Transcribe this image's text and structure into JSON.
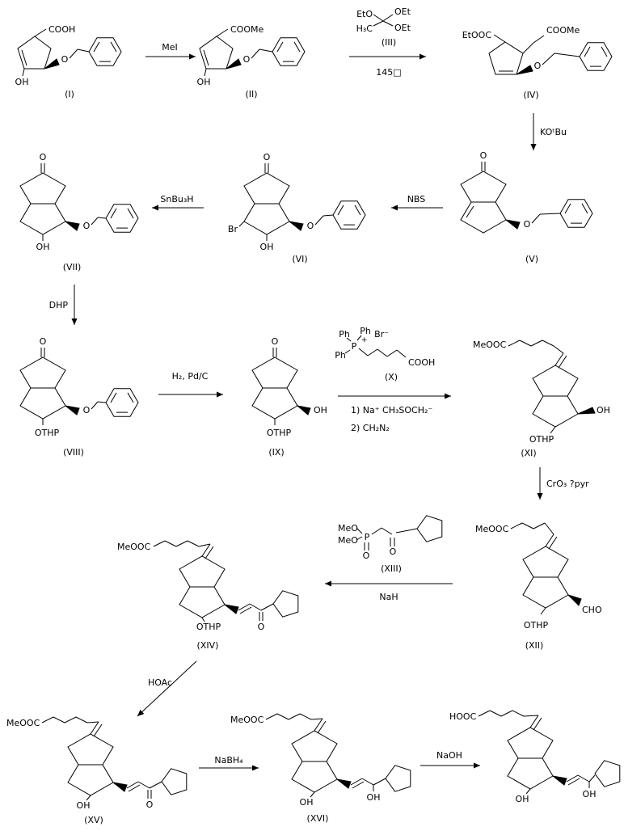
{
  "scheme": {
    "compounds": {
      "I": {
        "label": "(I)",
        "acid": "COOH",
        "hydroxyl": "OH",
        "ether_oxygen": "O"
      },
      "II": {
        "label": "(II)",
        "ester": "COOMe",
        "hydroxyl": "OH",
        "ether_oxygen": "O"
      },
      "III": {
        "label": "(III)",
        "eto": "EtO",
        "oet_top": "OEt",
        "methyl": "H₃C",
        "oet_right": "OEt"
      },
      "IV": {
        "label": "(IV)",
        "ethyl_ester": "EtOOC",
        "methyl_ester": "COOMe",
        "ether_oxygen": "O"
      },
      "V": {
        "label": "(V)",
        "ketone_oxygen": "O",
        "ether_oxygen": "O"
      },
      "VI": {
        "label": "(VI)",
        "ketone_oxygen": "O",
        "bromine": "Br",
        "hydroxyl": "OH",
        "ether_oxygen": "O"
      },
      "VII": {
        "label": "(VII)",
        "ketone_oxygen": "O",
        "hydroxyl": "OH",
        "ether_oxygen": "O"
      },
      "VIII": {
        "label": "(VIII)",
        "ketone_oxygen": "O",
        "othp": "OTHP",
        "ether_oxygen": "O"
      },
      "IX": {
        "label": "(IX)",
        "ketone_oxygen": "O",
        "hydroxyl": "OH",
        "othp": "OTHP"
      },
      "X": {
        "label": "(X)",
        "ph_1": "Ph",
        "ph_2": "Ph",
        "ph_3": "Ph",
        "phosphorus": "P",
        "charge": "+",
        "bromide": "Br⁻",
        "acid": "COOH"
      },
      "XI": {
        "label": "(XI)",
        "ester": "MeOOC",
        "hydroxyl": "OH",
        "othp": "OTHP"
      },
      "XII": {
        "label": "(XII)",
        "ester": "MeOOC",
        "aldehyde": "CHO",
        "othp": "OTHP"
      },
      "XIII": {
        "label": "(XIII)",
        "meo_1": "MeO",
        "meo_2": "MeO",
        "phosphorus": "P",
        "phosphoryl_oxygen": "O",
        "ketone_oxygen": "O"
      },
      "XIV": {
        "label": "(XIV)",
        "ester": "MeOOC",
        "othp": "OTHP",
        "ketone_oxygen": "O"
      },
      "XV": {
        "label": "(XV)",
        "ester": "MeOOC",
        "hydroxyl": "OH",
        "ketone_oxygen": "O"
      },
      "XVI": {
        "label": "(XVI)",
        "ester": "MeOOC",
        "ring_hydroxyl": "OH",
        "chain_hydroxyl": "OH"
      },
      "final": {
        "acid": "HOOC",
        "ring_hydroxyl": "OH",
        "chain_hydroxyl": "OH"
      }
    },
    "reagents": {
      "mei": "MeI",
      "temp": "145□",
      "kotbu": "KOᵗBu",
      "nbs": "NBS",
      "snbu3h": "SnBu₃H",
      "dhp": "DHP",
      "h2_pdc": "H₂, Pd/C",
      "wittig_1": "1)  Na⁺ CH₃SOCH₂⁻",
      "wittig_2": "2)  CH₂N₂",
      "cro3_pyr": "CrO₃ ?pyr",
      "nah": "NaH",
      "hoac": "HOAc",
      "nabh4": "NaBH₄",
      "naoh": "NaOH"
    }
  }
}
